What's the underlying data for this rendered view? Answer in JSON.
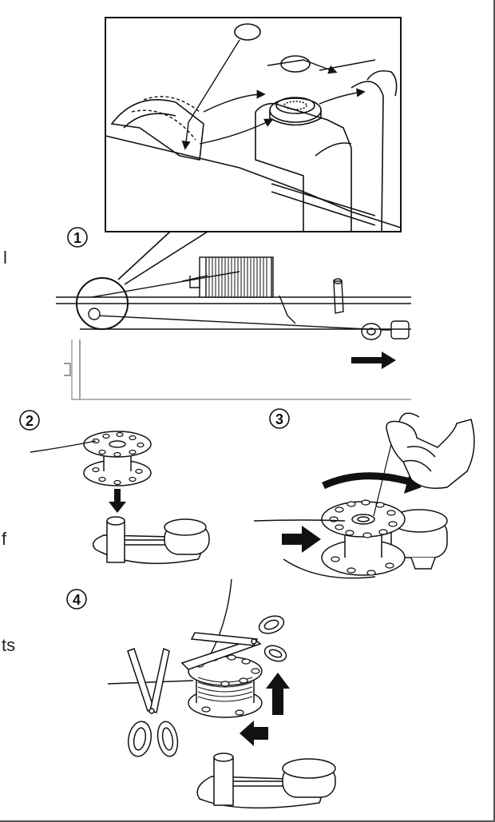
{
  "steps": [
    {
      "number": "1"
    },
    {
      "number": "2"
    },
    {
      "number": "3"
    },
    {
      "number": "4"
    }
  ],
  "clipped_text": {
    "fragment_a": "l",
    "fragment_b": "f",
    "fragment_c": "ts"
  },
  "colors": {
    "line": "#111111",
    "background": "#ffffff",
    "frame": "#555555"
  },
  "icons": [
    "spool-pin-icon",
    "thread-spool-icon",
    "bobbin-icon",
    "bobbin-winder-icon",
    "arrow-icon",
    "scissors-icon",
    "hand-icon"
  ]
}
